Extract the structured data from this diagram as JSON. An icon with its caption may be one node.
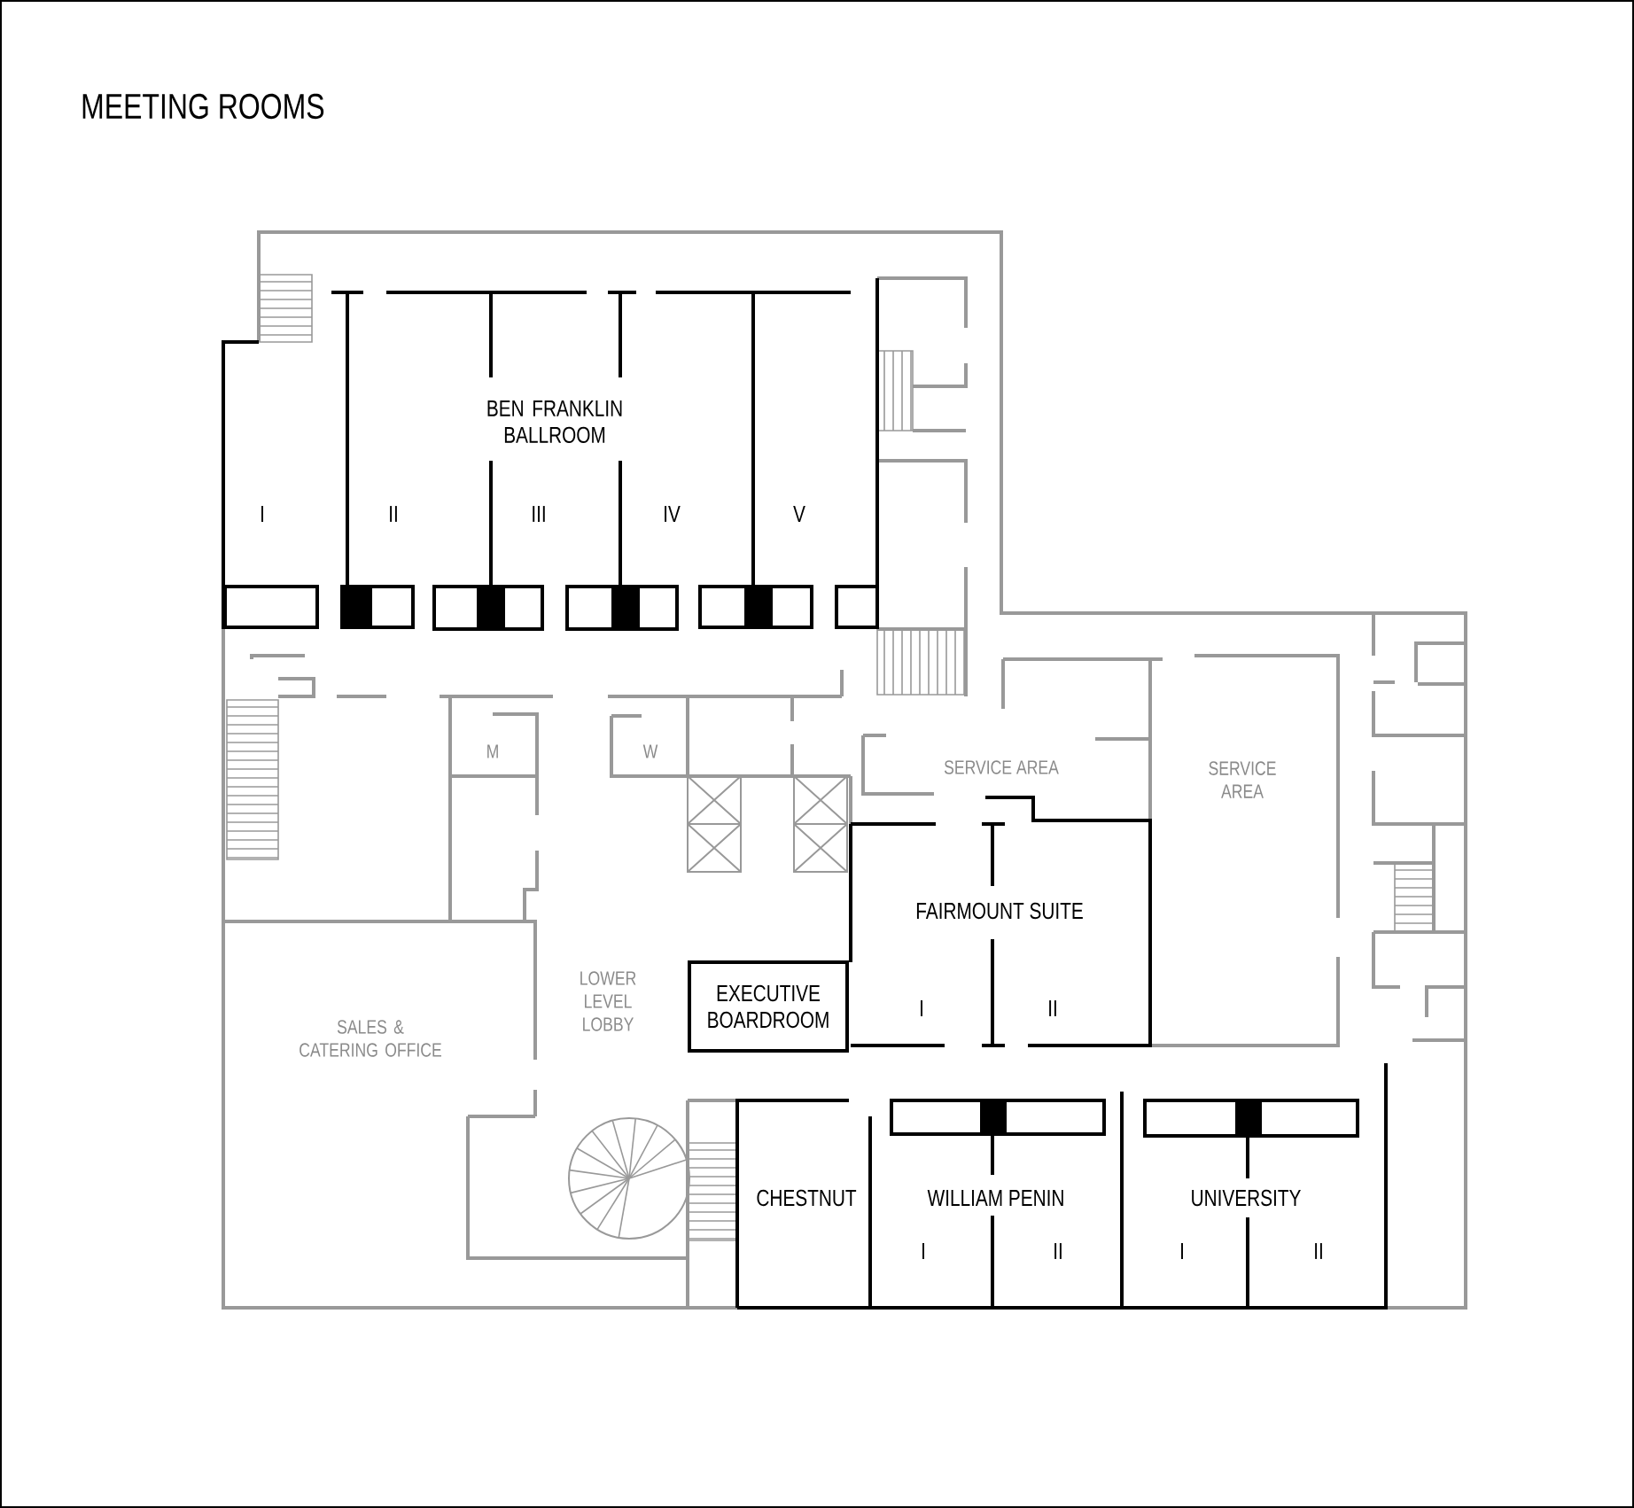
{
  "diagram": {
    "title": "MEETING ROOMS",
    "nodes": [
      {
        "text": [
          "EXECUTIVE BOARDROOM"
        ]
      }
    ],
    "labels": [
      "BEN FRANKLIN BALLROOM",
      "I",
      "II",
      "III",
      "IV",
      "V",
      "M",
      "W",
      "SERVICE AREA",
      "SERVICE AREA",
      "FAIRMOUNT SUITE",
      "LOWER LEVEL LOBBY",
      "SALES & CATERING OFFICE",
      "I",
      "II",
      "CHESTNUT",
      "WILLIAM PENIN",
      "UNIVERSITY",
      "I",
      "II",
      "I",
      "II"
    ]
  }
}
